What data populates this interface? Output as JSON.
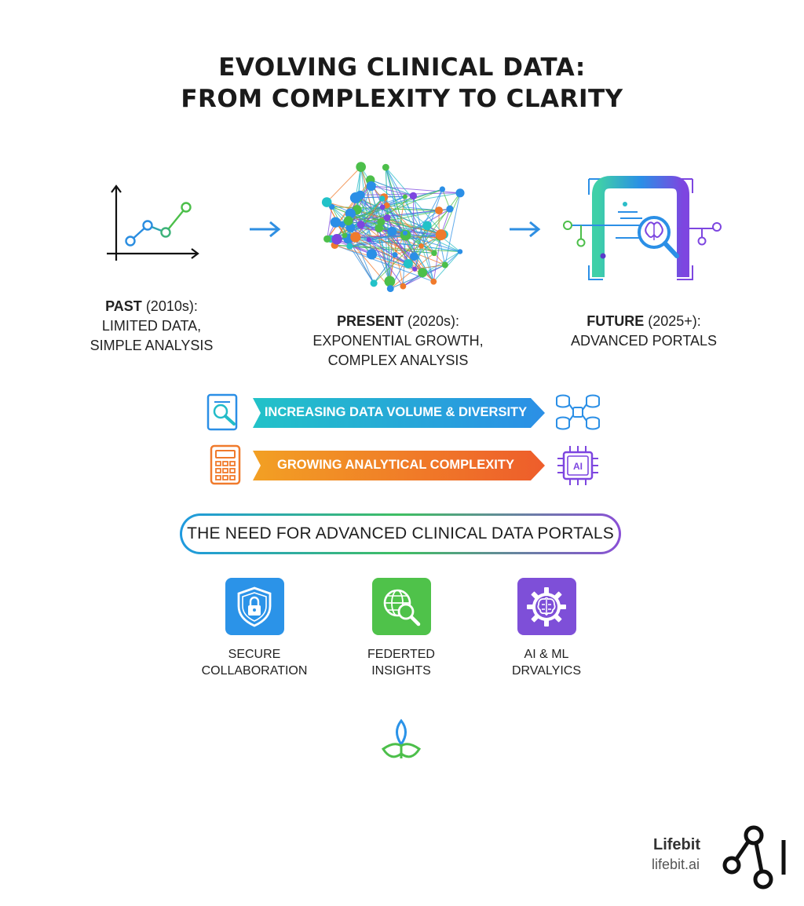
{
  "title": {
    "line1": "EVOLVING CLINICAL DATA:",
    "line2": "FROM COMPLEXITY TO CLARITY"
  },
  "stages": [
    {
      "label": "PAST",
      "period": "(2010s):",
      "line1": "LIMITED DATA,",
      "line2": "SIMPLE ANALYSIS",
      "icon": "line-chart-icon"
    },
    {
      "label": "PRESENT",
      "period": "(2020s):",
      "line1": "EXPONENTIAL GROWTH,",
      "line2": "COMPLEX ANALYSIS",
      "icon": "network-graph-icon"
    },
    {
      "label": "FUTURE",
      "period": "(2025+):",
      "line1": "ADVANCED PORTALS",
      "icon": "data-portal-icon"
    }
  ],
  "trends": [
    {
      "label": "INCREASING DATA VOLUME & DIVERSITY",
      "left_icon": "document-search-icon",
      "right_icon": "database-network-icon",
      "color_start": "#22c2c8",
      "color_end": "#2b8fe6"
    },
    {
      "label": "GROWING ANALYTICAL COMPLEXITY",
      "left_icon": "calculator-icon",
      "right_icon": "ai-chip-icon",
      "color_start": "#f2a024",
      "color_end": "#ee5d2b"
    }
  ],
  "need_banner": "THE NEED FOR ADVANCED CLINICAL DATA PORTALS",
  "features": [
    {
      "line1": "SECURE",
      "line2": "COLLABORATION",
      "icon": "shield-lock-icon",
      "color": "#2b93e8"
    },
    {
      "line1": "FEDERTED",
      "line2": "INSIGHTS",
      "icon": "globe-search-icon",
      "color": "#4fc24a"
    },
    {
      "line1": "AI & ML",
      "line2": "DRVALYICS",
      "icon": "brain-gear-icon",
      "color": "#7e4fd8"
    }
  ],
  "bottom_icon": "sprout-icon",
  "brand": {
    "name": "Lifebit",
    "url": "lifebit.ai",
    "logo": "lifebit-logo-icon"
  }
}
